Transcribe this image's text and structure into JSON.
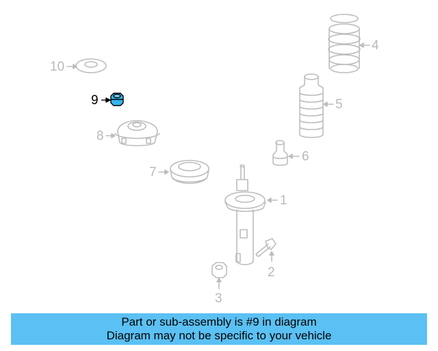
{
  "diagram": {
    "callouts": [
      {
        "id": "1",
        "text": "1"
      },
      {
        "id": "2",
        "text": "2"
      },
      {
        "id": "3",
        "text": "3"
      },
      {
        "id": "4",
        "text": "4"
      },
      {
        "id": "5",
        "text": "5"
      },
      {
        "id": "6",
        "text": "6"
      },
      {
        "id": "7",
        "text": "7"
      },
      {
        "id": "8",
        "text": "8"
      },
      {
        "id": "9",
        "text": "9"
      },
      {
        "id": "10",
        "text": "10"
      }
    ],
    "highlighted_part": "9",
    "colors": {
      "line_art": "#bdbdbd",
      "highlight_part": "#35b4ee",
      "highlight_outline": "#000000",
      "banner": "#5bc0f3"
    }
  },
  "banner": {
    "line1": "Part or sub-assembly is #9 in diagram",
    "line2": "Diagram may not be specific to your vehicle"
  }
}
